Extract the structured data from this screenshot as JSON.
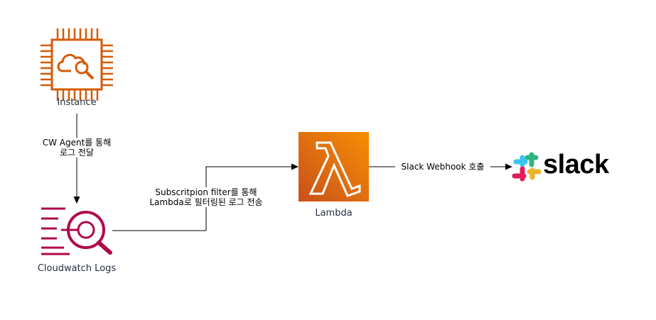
{
  "nodes": {
    "instance": {
      "label": "Instance",
      "color": "#d45b07"
    },
    "cloudwatch": {
      "label": "Cloudwatch Logs",
      "color": "#b0084d"
    },
    "lambda": {
      "label": "Lambda",
      "gradient": [
        "#f78e04",
        "#c8511b"
      ]
    },
    "slack": {
      "wordmark": "slack",
      "colors": [
        "#36c5f0",
        "#2eb67d",
        "#ecb22e",
        "#e01e5a"
      ]
    }
  },
  "edges": {
    "agent": {
      "line1": "CW Agent를 통해",
      "line2": "로그 전달"
    },
    "subscription": {
      "line1": "Subscritpion filter를 통해",
      "line2": "Lambda로 필터링된 로그 전송"
    },
    "webhook": {
      "label": "Slack Webhook 호출"
    }
  }
}
